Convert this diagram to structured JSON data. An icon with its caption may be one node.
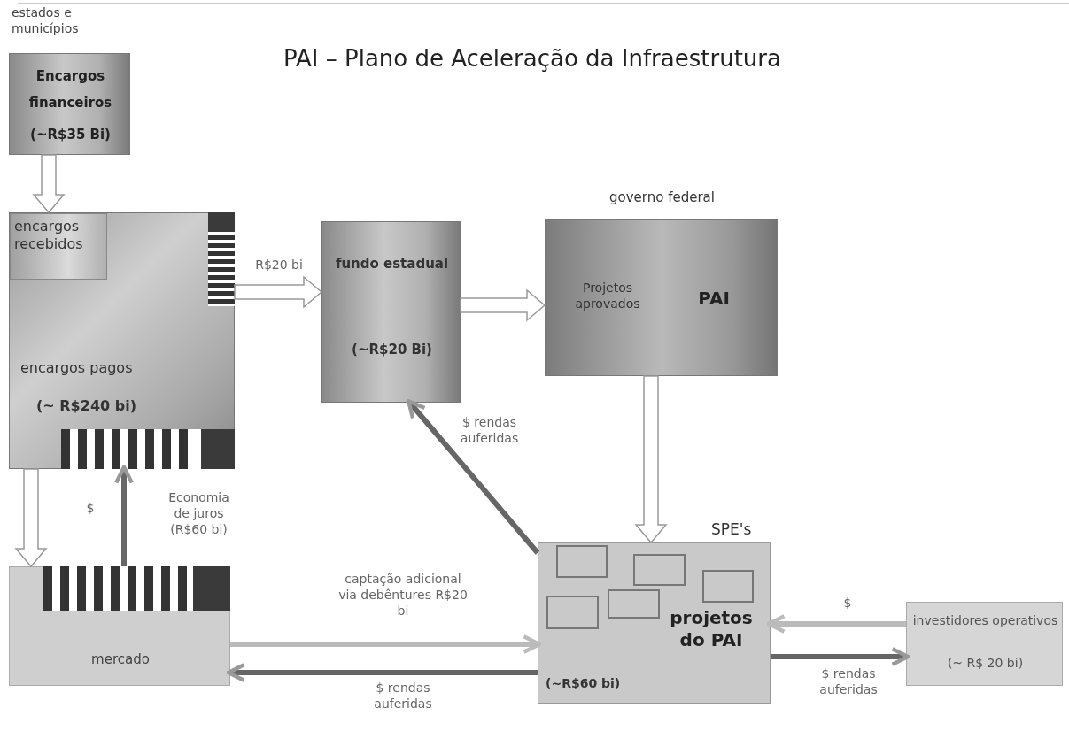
{
  "diagram": {
    "title": "PAI – Plano de Aceleração da Infraestrutura",
    "nodes": [
      {
        "text": [
          "estados e municípios",
          "Encargos financeiros",
          "(~R$35 Bi)"
        ]
      },
      {
        "text": [
          "encargos pagos",
          "(~ R$240 bi)"
        ]
      },
      {
        "text": [
          "encargos recebidos"
        ],
        "in": 1
      },
      {
        "text": [
          "fundo estadual",
          "(~R$20 Bi)"
        ]
      },
      {
        "text": [
          "governo federal",
          "Projetos aprovados",
          "PAI"
        ]
      },
      {
        "text": [
          "mercado"
        ]
      },
      {
        "text": [
          "SPE's",
          "projetos do PAI",
          "(~R$60 bi)"
        ]
      },
      {
        "text": [],
        "shape": "box",
        "in": 6
      },
      {
        "text": [],
        "shape": "box",
        "in": 6
      },
      {
        "text": [],
        "shape": "box",
        "in": 6
      },
      {
        "text": [],
        "shape": "box",
        "in": 6
      },
      {
        "text": [],
        "shape": "box",
        "in": 6
      },
      {
        "text": [
          "investidores operativos",
          "(~ R$ 20 bi)"
        ]
      }
    ],
    "edges": [
      {
        "from": 0,
        "to": 1,
        "arrow": "to",
        "style": "thick",
        "color": "#999999"
      },
      {
        "from": 1,
        "to": 3,
        "arrow": "to",
        "label": "R$20 bi",
        "style": "thick",
        "color": "#999999"
      },
      {
        "from": 3,
        "to": 4,
        "arrow": "to",
        "style": "thick",
        "color": "#999999"
      },
      {
        "from": 4,
        "to": 6,
        "arrow": "to",
        "style": "thick",
        "color": "#999999"
      },
      {
        "from": 1,
        "to": 5,
        "arrow": "to",
        "style": "thick",
        "color": "#999999"
      },
      {
        "from": 5,
        "to": 1,
        "arrow": "to",
        "label": "$"
      },
      {
        "from": 6,
        "to": 3,
        "arrow": "to",
        "label": "$ rendas auferidas"
      },
      {
        "from": 5,
        "to": 6,
        "arrow": "to",
        "label": "captação adicional via debêntures R$20 bi",
        "color": "#bbbbbb"
      },
      {
        "from": 6,
        "to": 5,
        "arrow": "to",
        "label": "$ rendas auferidas"
      },
      {
        "from": 12,
        "to": 6,
        "arrow": "to",
        "label": "$",
        "color": "#bbbbbb"
      },
      {
        "from": 6,
        "to": 12,
        "arrow": "to",
        "label": "$ rendas auferidas"
      }
    ],
    "labels": [
      "Economia de juros (R$60 bi)"
    ]
  }
}
